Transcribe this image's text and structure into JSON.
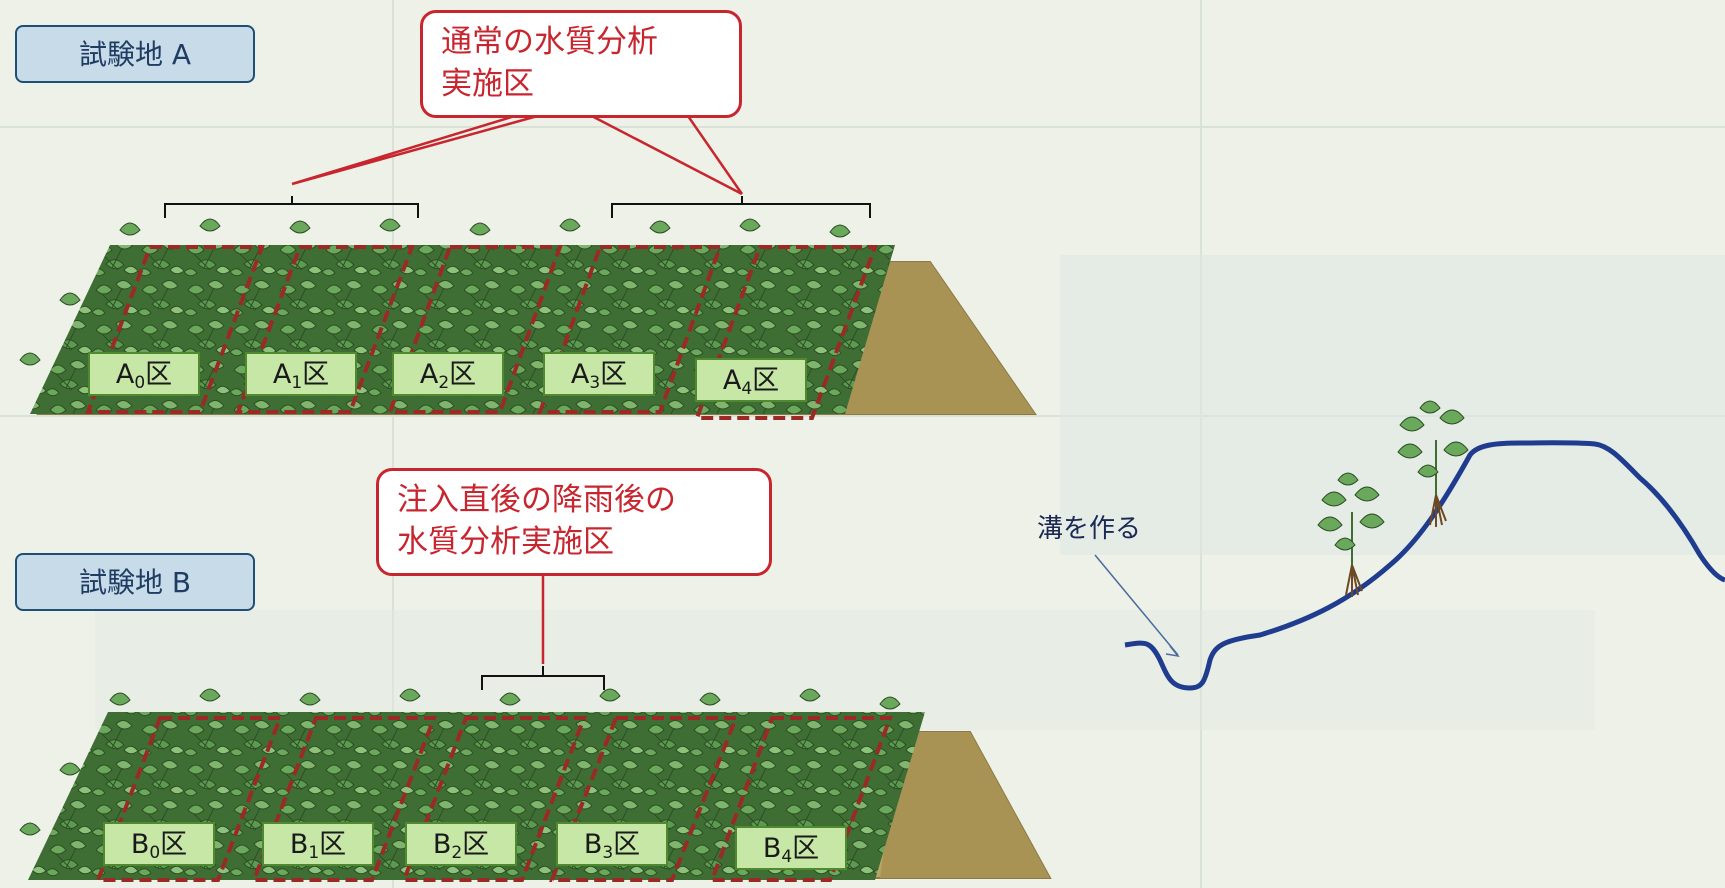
{
  "site_a": {
    "label": "試験地 A",
    "callout_lines": [
      "通常の水質分析",
      "実施区"
    ],
    "plots": [
      {
        "letter": "A",
        "index": "0",
        "suffix": "区"
      },
      {
        "letter": "A",
        "index": "1",
        "suffix": "区"
      },
      {
        "letter": "A",
        "index": "2",
        "suffix": "区"
      },
      {
        "letter": "A",
        "index": "3",
        "suffix": "区"
      },
      {
        "letter": "A",
        "index": "4",
        "suffix": "区"
      }
    ]
  },
  "site_b": {
    "label": "試験地 B",
    "callout_lines": [
      "注入直後の降雨後の",
      "水質分析実施区"
    ],
    "plots": [
      {
        "letter": "B",
        "index": "0",
        "suffix": "区"
      },
      {
        "letter": "B",
        "index": "1",
        "suffix": "区"
      },
      {
        "letter": "B",
        "index": "2",
        "suffix": "区"
      },
      {
        "letter": "B",
        "index": "3",
        "suffix": "区"
      },
      {
        "letter": "B",
        "index": "4",
        "suffix": "区"
      }
    ]
  },
  "cross_section": {
    "trench_label": "溝を作る"
  },
  "colors": {
    "callout_red": "#c8262f",
    "label_fill": "#c8dbe8",
    "label_border": "#1f4e79",
    "plot_label_fill": "#c6e7a6",
    "soil": "#b9a467",
    "leaf": "#5b9a4f",
    "dashed_plot_border": "#9b2a26",
    "profile_line": "#1f3c8f"
  }
}
